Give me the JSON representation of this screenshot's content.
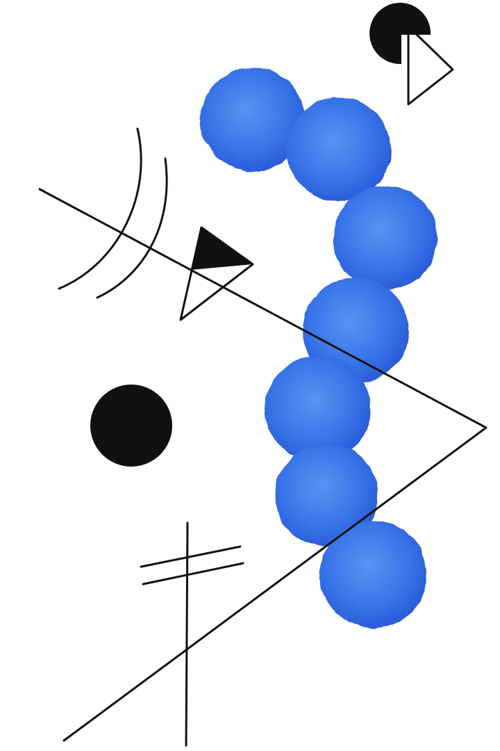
{
  "artwork": {
    "palette": {
      "background": "#ffffff",
      "ink": "#111111",
      "blue_light": "#4d8ff2",
      "blue_mid": "#2f6fe8",
      "blue_dark": "#1d4fd6"
    },
    "elements": [
      "blue-watercolor-circle-chain",
      "black-ink-lines",
      "black-triangles",
      "black-circles",
      "arcs"
    ]
  }
}
